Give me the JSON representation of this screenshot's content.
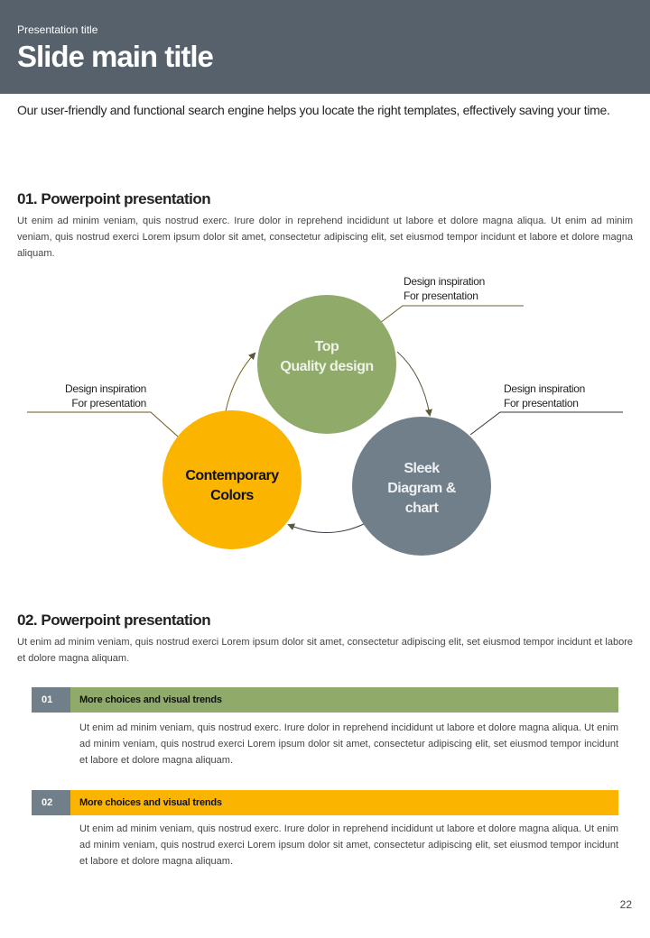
{
  "header": {
    "subtitle": "Presentation title",
    "title": "Slide main title"
  },
  "intro": "Our user-friendly and functional search engine helps you locate the right templates, effectively saving your time.",
  "section1": {
    "heading": "01. Powerpoint presentation",
    "body": "Ut enim ad minim veniam, quis nostrud exerc. Irure dolor in reprehend incididunt ut labore et dolore magna aliqua. Ut enim ad minim veniam, quis nostrud exerci  Lorem ipsum dolor sit amet, consectetur adipiscing elit, set eiusmod tempor incidunt et labore et dolore magna aliquam."
  },
  "diagram": {
    "circles": [
      {
        "line1": "Top",
        "line2": "Quality design",
        "line3": "",
        "color": "#8faa69"
      },
      {
        "line1": "Contemporary",
        "line2": "Colors",
        "line3": "",
        "color": "#fbb500"
      },
      {
        "line1": "Sleek",
        "line2": "Diagram &",
        "line3": "chart",
        "color": "#717f8b"
      }
    ],
    "callouts": [
      {
        "line1": "Design inspiration",
        "line2": "For presentation"
      },
      {
        "line1": "Design inspiration",
        "line2": "For presentation"
      },
      {
        "line1": "Design inspiration",
        "line2": "For presentation"
      }
    ]
  },
  "section2": {
    "heading": "02. Powerpoint presentation",
    "body": "Ut enim ad minim veniam, quis nostrud exerci  Lorem ipsum dolor sit amet, consectetur adipiscing elit, set eiusmod tempor incidunt et labore et dolore magna aliquam.",
    "items": [
      {
        "num": "01",
        "label": "More choices and visual trends",
        "color": "#8faa69",
        "text": "Ut enim ad minim veniam, quis nostrud exerc. Irure dolor in reprehend incididunt ut labore et dolore magna aliqua. Ut enim ad minim veniam, quis nostrud exerci  Lorem ipsum dolor sit amet, consectetur adipiscing elit, set eiusmod tempor incidunt et labore et dolore magna aliquam."
      },
      {
        "num": "02",
        "label": "More choices and visual trends",
        "color": "#fbb500",
        "text": "Ut enim ad minim veniam, quis nostrud exerc. Irure dolor in reprehend incididunt ut labore et dolore magna aliqua. Ut enim ad minim veniam, quis nostrud exerci  Lorem ipsum dolor sit amet, consectetur adipiscing elit, set eiusmod tempor incidunt et labore et dolore magna aliquam."
      }
    ]
  },
  "page_number": "22"
}
